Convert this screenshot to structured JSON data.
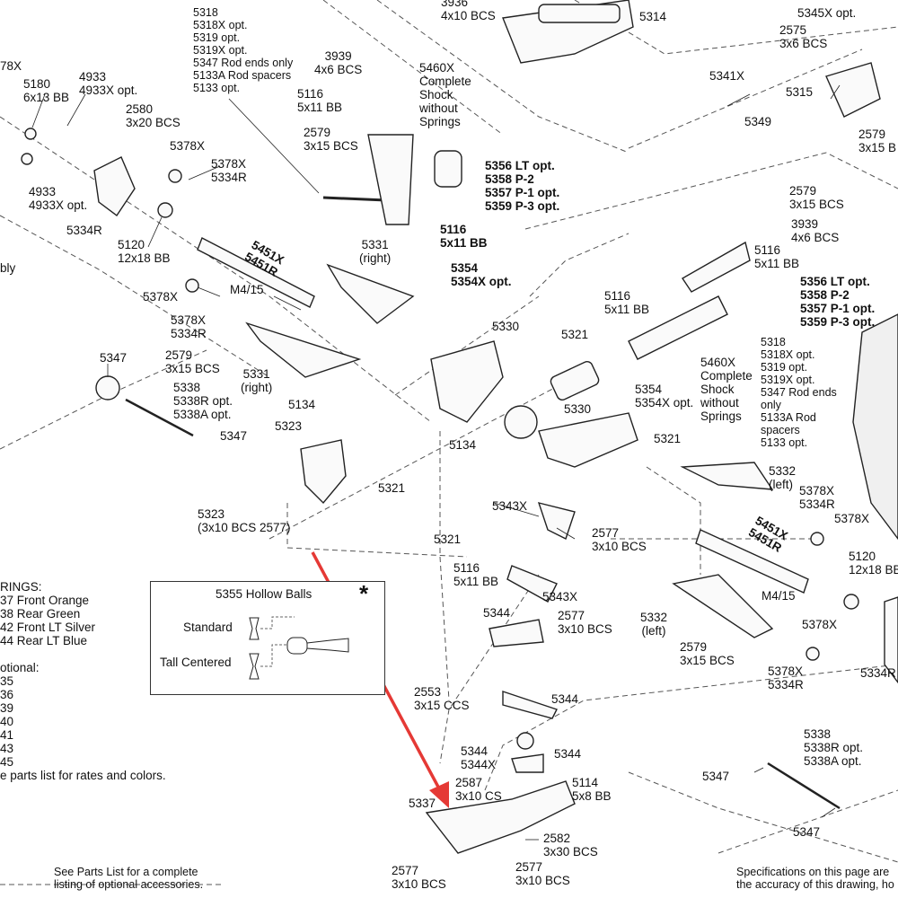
{
  "diagram": {
    "labels": {
      "p3936": "3936\n4x10 BCS",
      "p5314": "5314",
      "p5345x": "5345X opt.",
      "p2575": "2575\n3x6 BCS",
      "p5318_top": "5318\n5318X opt.\n5319 opt.\n5319X opt.\n5347 Rod ends only\n5133A Rod spacers\n5133 opt.",
      "p3939_top": "3939\n4x6 BCS",
      "p5460x_top": "5460X\nComplete\nShock\nwithout\nSprings",
      "p5116_a": "5116\n5x11 BB",
      "p2579_a": "2579\n3x15 BCS",
      "p5356_a": "5356 LT opt.\n5358 P-2\n5357 P-1 opt.\n5359 P-3 opt.",
      "p5341x": "5341X",
      "p5349": "5349",
      "p5315": "5315",
      "p2579_tr": "2579\n3x15 B",
      "p78x": "78X",
      "p5180": "5180\n6x13 BB",
      "p4933_a": "4933\n4933X opt.",
      "p2580": "2580\n3x20 BCS",
      "p5378x_a": "5378X",
      "p5378x_b": "5378X\n5334R",
      "p4933_b": "4933\n4933X opt.",
      "p5334r_a": "5334R",
      "p5120_a": "5120\n12x18 BB",
      "p5451x_a": "5451X\n5451R",
      "p5331_a": "5331\n(right)",
      "p5116_b": "5116\n5x11 BB",
      "p5354_a": "5354\n5354X opt.",
      "p2579_b": "2579\n3x15 BCS",
      "p3939_b": "3939\n4x6 BCS",
      "p5116_c": "5116\n5x11 BB",
      "p5356_b": "5356 LT opt.\n5358 P-2\n5357 P-1 opt.\n5359 P-3 opt.",
      "p_bly": "bly",
      "p5378x_c": "5378X",
      "p_m415_a": "M4/15",
      "p5378x_d": "5378X\n5334R",
      "p2579_c": "2579\n3x15 BCS",
      "p5331_b": "5331\n(right)",
      "p5330_a": "5330",
      "p5321_a": "5321",
      "p5116_d": "5116\n5x11 BB",
      "p5318_b": "5318\n5318X opt.\n5319 opt.\n5319X opt.\n5347 Rod ends\nonly\n5133A Rod\nspacers\n5133 opt.",
      "p5460x_b": "5460X\nComplete\nShock\nwithout\nSprings",
      "p5347_a": "5347",
      "p5338_a": "5338\n5338R opt.\n5338A opt.",
      "p5134_a": "5134",
      "p5323_a": "5323",
      "p5354_b": "5354\n5354X opt.",
      "p5330_b": "5330",
      "p5347_b": "5347",
      "p5134_b": "5134",
      "p5321_b": "5321",
      "p5321_c": "5321",
      "p5332_a": "5332\n(left)",
      "p5378x_e": "5378X\n5334R",
      "p5378x_f": "5378X",
      "p5343x_a": "5343X",
      "p5323_b": "5323\n(3x10 BCS 2577)",
      "p5321_d": "5321",
      "p2577_a": "2577\n3x10 BCS",
      "p5451x_b": "5451X\n5451R",
      "p5120_b": "5120\n12x18 BB",
      "p_m415_b": "M4/15",
      "p5116_e": "5116\n5x11 BB",
      "p5343x_b": "5343X",
      "p5344_a": "5344",
      "p2577_b": "2577\n3x10 BCS",
      "p5332_b": "5332\n(left)",
      "p5378x_g": "5378X",
      "p2579_d": "2579\n3x15 BCS",
      "p5378x_h": "5378X\n5334R",
      "p5334r_b": "5334R",
      "p2553": "2553\n3x15 CCS",
      "p5344_b": "5344",
      "p5344_c": "5344\n5344X",
      "p5344_d": "5344",
      "p2587": "2587\n3x10 CS",
      "p5114": "5114\n5x8 BB",
      "p5338_b": "5338\n5338R opt.\n5338A opt.",
      "p5347_c": "5347",
      "p5337": "5337",
      "p5347_d": "5347",
      "p2582": "2582\n3x30 BCS",
      "p2577_c": "2577\n3x10 BCS",
      "p2577_d": "2577\n3x10 BCS",
      "springs_legend": "RINGS:\n37 Front Orange\n38 Rear Green\n42 Front LT Silver\n44 Rear LT Blue\n\notional:\n35\n36\n39\n40\n41\n43\n45\ne parts list for rates and colors.",
      "see_parts": "See Parts List for a complete\nlisting of optional accessories.",
      "specs": "Specifications on this page are\nthe accuracy of this drawing, ho"
    },
    "inset": {
      "title": "5355 Hollow Balls",
      "star": "*",
      "standard": "Standard",
      "tall": "Tall Centered"
    },
    "colors": {
      "line": "#222222",
      "dash": "#555555",
      "arrow": "#e53935"
    }
  }
}
